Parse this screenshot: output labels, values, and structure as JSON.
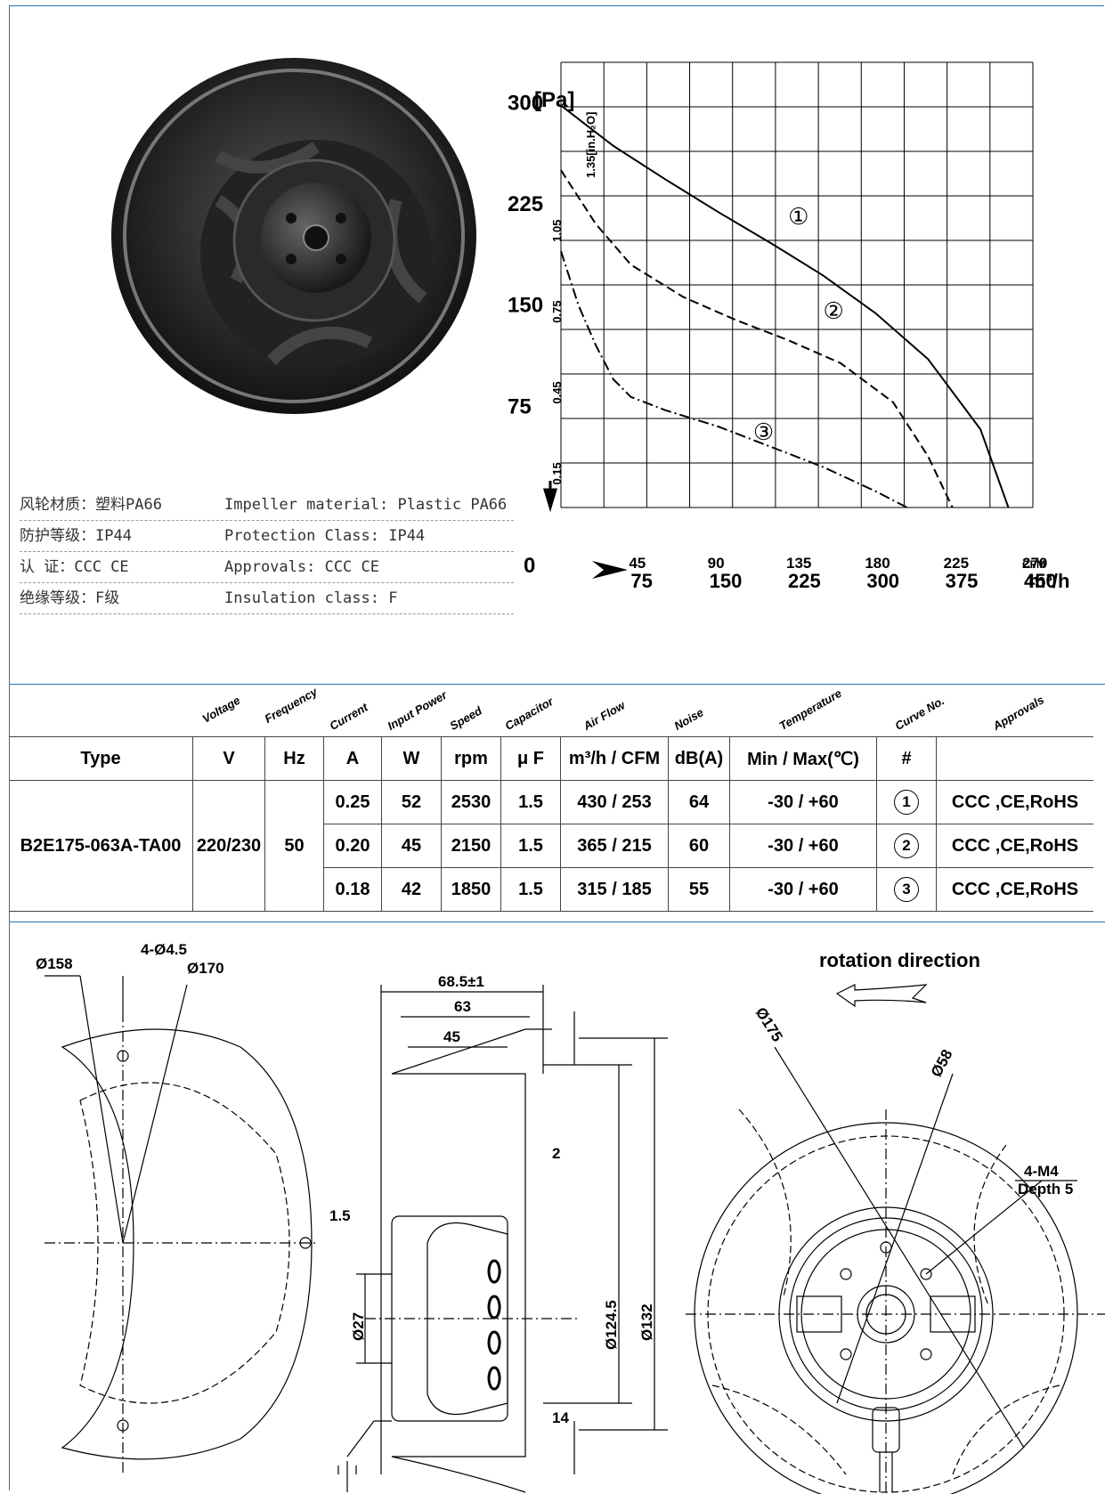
{
  "specs": [
    {
      "cn": "风轮材质：塑料PA66",
      "en": "Impeller material:  Plastic PA66"
    },
    {
      "cn": "防护等级：IP44",
      "en": "Protection Class: IP44"
    },
    {
      "cn": "认   证：CCC CE",
      "en": "Approvals: CCC  CE"
    },
    {
      "cn": "绝缘等级：F级",
      "en": "Insulation class: F"
    }
  ],
  "chart": {
    "unit_pa": "[Pa]",
    "unit_inh2o": "1.35[in.H₂O]",
    "y_pa_ticks": [
      "0",
      "75",
      "150",
      "225",
      "300"
    ],
    "y_in_ticks": [
      "0.15",
      "0.45",
      "0.75",
      "1.05"
    ],
    "x_cfm_ticks": [
      "45",
      "90",
      "135",
      "180",
      "225",
      "270"
    ],
    "x_cfm_unit": "CFM",
    "x_m3h_ticks": [
      "75",
      "150",
      "225",
      "300",
      "375",
      "450"
    ],
    "x_m3h_unit": "m³/h",
    "curve_labels": [
      "①",
      "②",
      "③"
    ]
  },
  "chart_data": {
    "type": "line",
    "xlabel": "CFM",
    "ylabel": "[Pa]",
    "xlim": [
      0,
      270
    ],
    "ylim": [
      0,
      330
    ],
    "series": [
      {
        "name": "①",
        "style": "solid",
        "x": [
          0,
          30,
          60,
          90,
          120,
          150,
          180,
          210,
          240,
          256
        ],
        "y": [
          298,
          268,
          243,
          219,
          196,
          172,
          144,
          110,
          58,
          0
        ]
      },
      {
        "name": "②",
        "style": "dashed",
        "x": [
          0,
          20,
          40,
          70,
          100,
          130,
          160,
          190,
          210,
          224
        ],
        "y": [
          250,
          210,
          180,
          156,
          139,
          124,
          107,
          78,
          38,
          0
        ]
      },
      {
        "name": "③",
        "style": "dashdot",
        "x": [
          0,
          10,
          20,
          30,
          40,
          60,
          90,
          120,
          150,
          180,
          198
        ],
        "y": [
          190,
          150,
          120,
          95,
          82,
          72,
          60,
          45,
          30,
          12,
          0
        ]
      }
    ]
  },
  "table": {
    "rotated_headers": [
      "Voltage",
      "Frequency",
      "Current",
      "Input Power",
      "Speed",
      "Capacitor",
      "Air Flow",
      "Noise",
      "Temperature",
      "Curve No.",
      "Approvals"
    ],
    "unit_row": [
      "Type",
      "V",
      "Hz",
      "A",
      "W",
      "rpm",
      "μ F",
      "m³/h / CFM",
      "dB(A)",
      "Min / Max(℃)",
      "#",
      ""
    ],
    "type_value": "B2E175-063A-TA00",
    "voltage_value": "220/230",
    "frequency_value": "50",
    "rows": [
      {
        "current": "0.25",
        "power": "52",
        "speed": "2530",
        "cap": "1.5",
        "flow": "430 / 253",
        "noise": "64",
        "temp": "-30 / +60",
        "curve": "1",
        "approvals": "CCC ,CE,RoHS"
      },
      {
        "current": "0.20",
        "power": "45",
        "speed": "2150",
        "cap": "1.5",
        "flow": "365 / 215",
        "noise": "60",
        "temp": "-30 / +60",
        "curve": "2",
        "approvals": "CCC ,CE,RoHS"
      },
      {
        "current": "0.18",
        "power": "42",
        "speed": "1850",
        "cap": "1.5",
        "flow": "315 / 185",
        "noise": "55",
        "temp": "-30 / +60",
        "curve": "3",
        "approvals": "CCC ,CE,RoHS"
      }
    ]
  },
  "drawing": {
    "d158": "Ø158",
    "holes": "4-Ø4.5",
    "d170": "Ø170",
    "w685": "68.5±1",
    "w63": "63",
    "w45": "45",
    "dim2": "2",
    "dim15": "1.5",
    "d27": "Ø27",
    "d1245": "Ø124.5",
    "d132": "Ø132",
    "dim14": "14",
    "rotation": "rotation direction",
    "d175": "Ø175",
    "d58": "Ø58",
    "m4": "4-M4",
    "depth": "Depth 5"
  }
}
